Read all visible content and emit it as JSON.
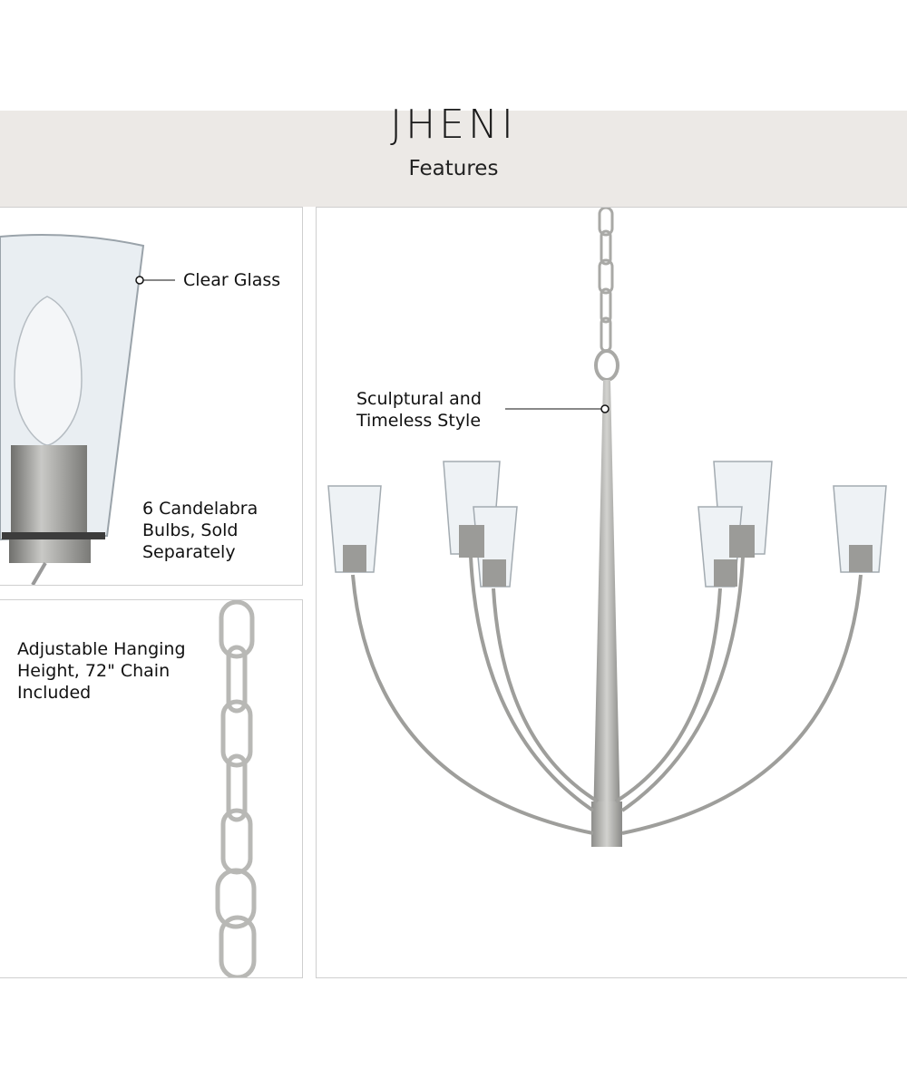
{
  "header": {
    "brand": "JHENI",
    "subtitle": "Features"
  },
  "callouts": {
    "clear_glass": "Clear Glass",
    "bulbs": [
      "6 Candelabra",
      "Bulbs, Sold",
      "Separately"
    ],
    "hanging": [
      "Adjustable Hanging",
      "Height, 72\" Chain",
      "Included"
    ],
    "style": [
      "Sculptural and",
      "Timeless Style"
    ]
  },
  "colors": {
    "header_bg": "#ece9e6",
    "metal": "#a7a7a4",
    "border": "#cfcfcf"
  }
}
